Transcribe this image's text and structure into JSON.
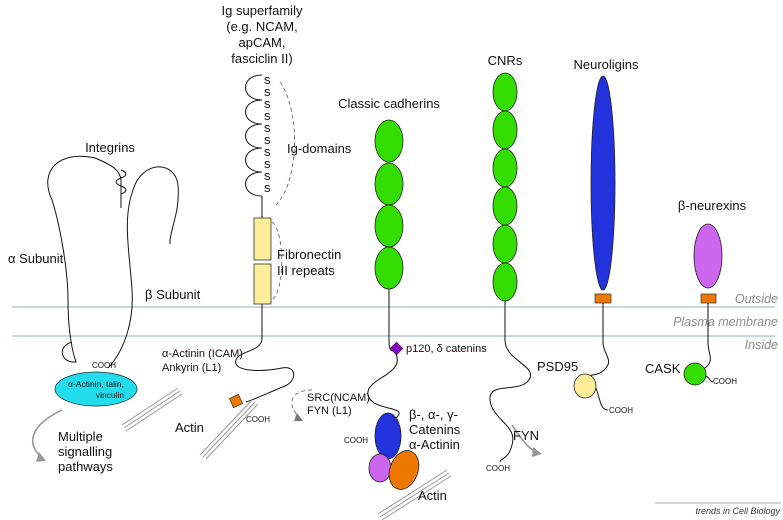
{
  "membrane": {
    "outside": "Outside",
    "plasma_membrane": "Plasma membrane",
    "inside": "Inside"
  },
  "integrins": {
    "title": "Integrins",
    "alpha_subunit": "α Subunit",
    "beta_subunit": "β Subunit",
    "cooh": "COOH",
    "complex_line1": "α-Actinin, talin,",
    "complex_line2": "vinculin",
    "signal_line1": "Multiple",
    "signal_line2": "signalling",
    "signal_line3": "pathways"
  },
  "ig_superfamily": {
    "title_line1": "Ig superfamily",
    "title_line2": "(e.g. NCAM,",
    "title_line3": "apCAM,",
    "title_line4": "fasciclin II)",
    "ig_domains": "Ig-domains",
    "disulfide": "s",
    "fibronectin_line1": "Fibronectin",
    "fibronectin_line2": "III repeats",
    "actinin_line1": "α-Actinin (ICAM)",
    "actinin_line2": "Ankyrin (L1)",
    "src_line1": "SRC(NCAM)",
    "src_line2": "FYN (L1)",
    "actin": "Actin",
    "cooh": "COOH"
  },
  "cadherins": {
    "title": "Classic cadherins",
    "p120": "p120, δ catenins",
    "catenins_line1": "β-, α-, γ-",
    "catenins_line2": "Catenins",
    "catenins_line3": "α-Actinin",
    "actin": "Actin",
    "cooh": "COOH"
  },
  "cnrs": {
    "title": "CNRs",
    "fyn": "FYN",
    "cooh": "COOH"
  },
  "neuroligins": {
    "title": "Neuroligins",
    "psd95": "PSD95",
    "cooh": "COOH"
  },
  "neurexins": {
    "title": "β-neurexins",
    "cask": "CASK",
    "cooh": "COOH"
  },
  "credit": "trends in Cell Biology",
  "colors": {
    "green": "#33dd00",
    "blue": "#2233dd",
    "violet": "#cc66ee",
    "cyan": "#22ddee",
    "orange": "#ee7700",
    "pale_yellow": "#ffee99",
    "purple": "#8800cc"
  }
}
